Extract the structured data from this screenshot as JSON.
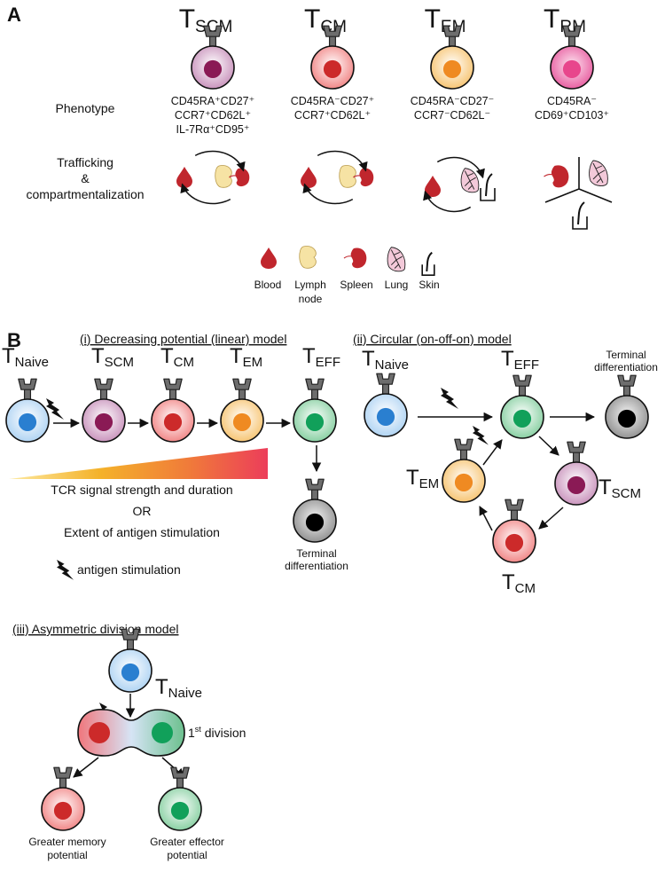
{
  "panel_a": {
    "label": "A",
    "subsets": [
      {
        "main": "T",
        "sub": "SCM",
        "phenotype": [
          "CD45RA⁺CD27⁺",
          "CCR7⁺CD62L⁺",
          "IL-7Rα⁺CD95⁺"
        ]
      },
      {
        "main": "T",
        "sub": "CM",
        "phenotype": [
          "CD45RA⁻CD27⁺",
          "CCR7⁺CD62L⁺"
        ]
      },
      {
        "main": "T",
        "sub": "EM",
        "phenotype": [
          "CD45RA⁻CD27⁻",
          "CCR7⁻CD62L⁻"
        ]
      },
      {
        "main": "T",
        "sub": "RM",
        "phenotype": [
          "CD45RA⁻",
          "CD69⁺CD103⁺"
        ]
      }
    ],
    "phenotype_label": "Phenotype",
    "trafficking_label": [
      "Trafficking",
      "&",
      "compartmentalization"
    ],
    "legend": [
      "Blood",
      "Lymph node",
      "Spleen",
      "Lung",
      "Skin"
    ],
    "legend_lymph_lines": [
      "Lymph",
      "node"
    ]
  },
  "panel_b": {
    "label": "B",
    "linear": {
      "title": "(i) Decreasing potential (linear) model",
      "cells": [
        {
          "main": "T",
          "sub": "Naive"
        },
        {
          "main": "T",
          "sub": "SCM"
        },
        {
          "main": "T",
          "sub": "CM"
        },
        {
          "main": "T",
          "sub": "EM"
        },
        {
          "main": "T",
          "sub": "EFF"
        }
      ],
      "gradient_text": [
        "TCR signal strength and duration",
        "OR",
        "Extent of antigen stimulation"
      ],
      "terminal": [
        "Terminal",
        "differentiation"
      ]
    },
    "antigen_legend": "antigen stimulation",
    "circular": {
      "title": "(ii) Circular (on-off-on) model",
      "naive": {
        "main": "T",
        "sub": "Naive"
      },
      "eff": {
        "main": "T",
        "sub": "EFF"
      },
      "em": {
        "main": "T",
        "sub": "EM"
      },
      "scm": {
        "main": "T",
        "sub": "SCM"
      },
      "cm": {
        "main": "T",
        "sub": "CM"
      },
      "terminal": [
        "Terminal",
        "differentiation"
      ]
    },
    "asymmetric": {
      "title": "(iii) Asymmetric division model",
      "naive": {
        "main": "T",
        "sub": "Naive"
      },
      "division": {
        "main": "1",
        "sup": "st",
        "rest": " division"
      },
      "memory": [
        "Greater memory",
        "potential"
      ],
      "effector": [
        "Greater effector",
        "potential"
      ]
    }
  },
  "colors": {
    "naive": "#2a7fd0",
    "naive_bg": "#e6f1fb",
    "scm": "#8a1a55",
    "scm_bg": "#f2dceb",
    "cm": "#cc2a2a",
    "cm_bg": "#fde0e0",
    "em": "#ef8a22",
    "em_bg": "#fdecd0",
    "rm": "#e8468c",
    "rm_bg": "#f6c3dc",
    "eff": "#11a05a",
    "eff_bg": "#dcf2e4",
    "term": "#000000",
    "term_bg": "#d0d0d0",
    "blood": "#c0262d",
    "lymph": "#f6e3a4",
    "lung": "#f3c9d9"
  }
}
